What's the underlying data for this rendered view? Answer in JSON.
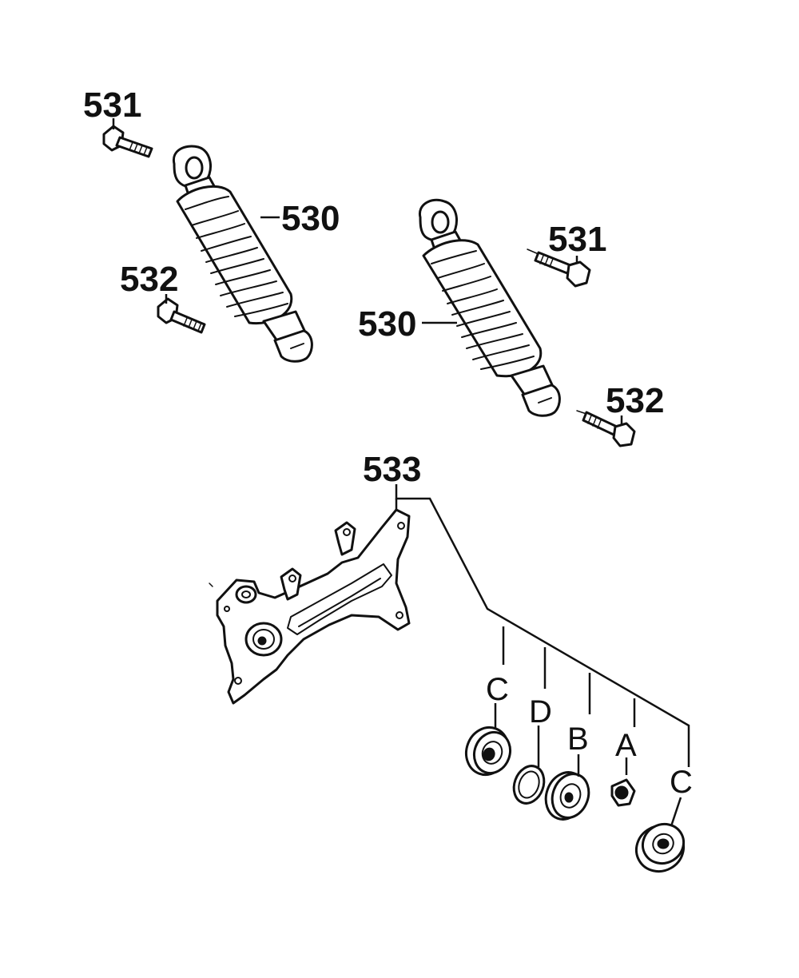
{
  "callouts": {
    "shock_left": "530",
    "shock_right": "530",
    "bolt_top_left": "531",
    "bolt_top_right": "531",
    "bolt_bottom_left": "532",
    "bolt_bottom_right": "532",
    "bracket": "533"
  },
  "letters": {
    "seal_c1": "C",
    "ring_d": "D",
    "bearing_b": "B",
    "bushing_a": "A",
    "seal_c2": "C"
  }
}
